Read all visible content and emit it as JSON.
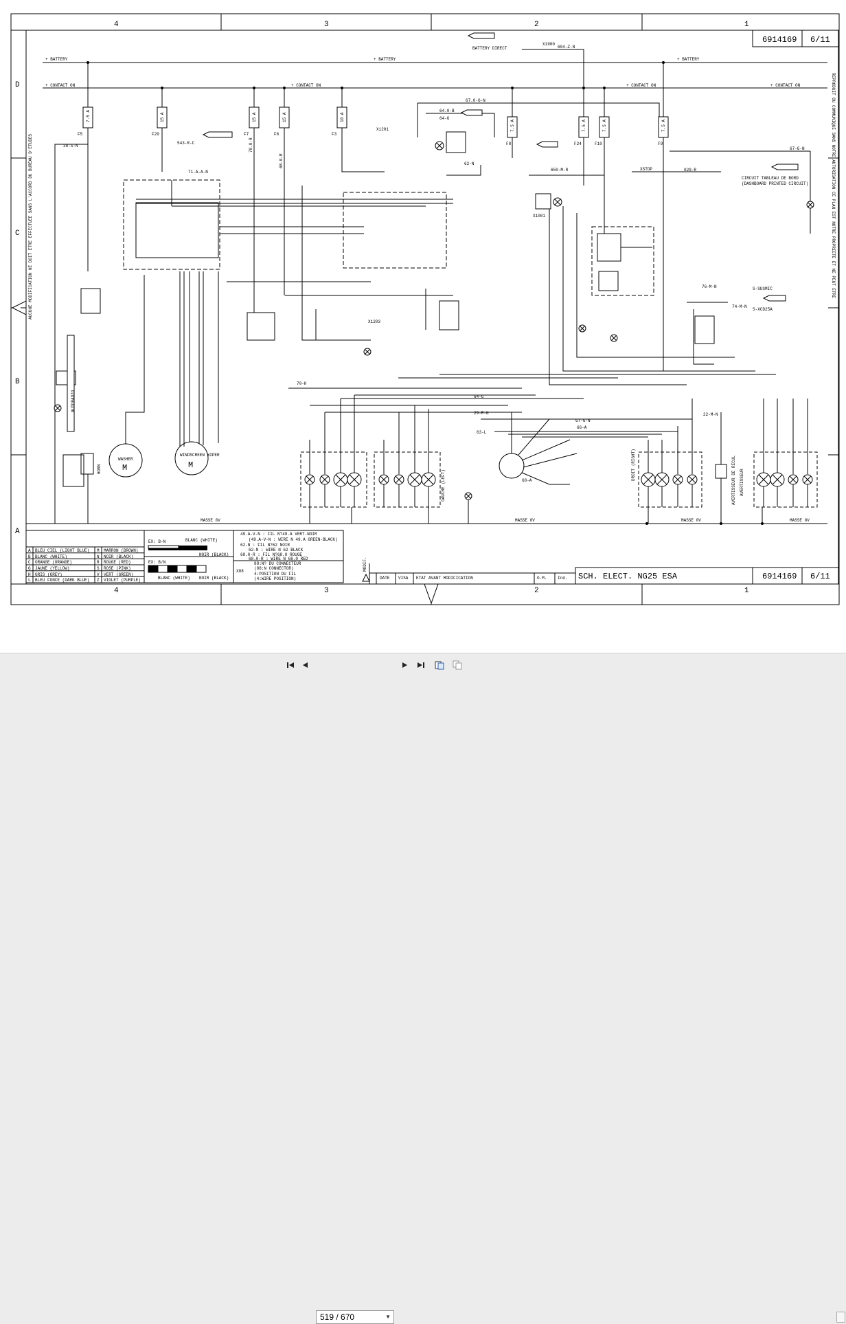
{
  "drawing": {
    "doc_number": "6914169",
    "sheet": "6/11",
    "title": "SCH. ELECT. NG25 ESA",
    "column_labels": [
      "4",
      "3",
      "2",
      "1"
    ],
    "row_labels": [
      "D",
      "C",
      "B",
      "A"
    ],
    "battery_label": "+ BATTERY",
    "contact_label": "+ CONTACT ON",
    "masse_label": "MASSE 0V",
    "battery_direct": "BATTERY DIRECT",
    "left_margin_text": "AUCUNE MODIFICATION NE DOIT ETRE EFFECTUEE SANS L'ACCORD DU BUREAU D'ETUDES",
    "right_margin_text": "REPRODUIT OU COMMUNIQUE SANS NOTRE AUTORISATION CE PLAN EST NOTRE PROPRIETE ET NE PEUT ETRE",
    "fuses": [
      {
        "ref": "F5",
        "rating": "7.5 A"
      },
      {
        "ref": "F29",
        "rating": "15 A"
      },
      {
        "ref": "F7",
        "rating": "15 A"
      },
      {
        "ref": "F6",
        "rating": "15 A"
      },
      {
        "ref": "F3",
        "rating": "10 A"
      },
      {
        "ref": "F8",
        "rating": "7.5 A"
      },
      {
        "ref": "F24",
        "rating": "7.5 A"
      },
      {
        "ref": "F10",
        "rating": "7.5 A"
      },
      {
        "ref": "F9",
        "rating": "7.5 A"
      }
    ],
    "wire_labels": [
      "38-S-N",
      "543-R-C",
      "71.A-A-N",
      "70.0-R",
      "68.0-R",
      "67.0-G-N",
      "64.0-B",
      "64-G",
      "62-N",
      "650-M-R",
      "029-R",
      "67-G-N",
      "76-M-N",
      "74-M-N",
      "70-H",
      "64-G",
      "29-R-N",
      "67-G-N",
      "66-A",
      "68-A",
      "63-L",
      "22-M-N",
      "X1201",
      "X1203",
      "X1001",
      "XSTOP",
      "X1900",
      "604-Z-N"
    ],
    "side_labels": [
      "CIRCUIT TABLEAU DE BORD",
      "(DASHBOARD PRINTED CIRCUIT)",
      "S-SUSMIC",
      "S-XCD25A"
    ],
    "component_labels": [
      "WINDSCREEN WIPER",
      "WASHER",
      "HORN",
      "AUTORADIO",
      "GAUCHE (LEFT)",
      "DROIT (RIGHT)",
      "AVERTISSEUR DE RECUL",
      "AVERTISSEUR"
    ],
    "legend": {
      "colors": [
        {
          "code": "A",
          "name": "BLEU CIEL (LIGHT BLUE)"
        },
        {
          "code": "B",
          "name": "BLANC (WHITE)"
        },
        {
          "code": "C",
          "name": "ORANGE (ORANGE)"
        },
        {
          "code": "G",
          "name": "JAUNE (YELLOW)"
        },
        {
          "code": "H",
          "name": "GRIS (GREY)"
        },
        {
          "code": "L",
          "name": "BLEU FONCE (DARK BLUE)"
        },
        {
          "code": "M",
          "name": "MARRON (BROWN)"
        },
        {
          "code": "N",
          "name": "NOIR (BLACK)"
        },
        {
          "code": "R",
          "name": "ROUGE (RED)"
        },
        {
          "code": "S",
          "name": "ROSE (PINK)"
        },
        {
          "code": "V",
          "name": "VERT (GREEN)"
        },
        {
          "code": "Z",
          "name": "VIOLET (PURPLE)"
        }
      ],
      "example1_code": "EX: B-N",
      "example1_white": "BLANC (WHITE)",
      "example1_black": "NOIR (BLACK)",
      "example2_code": "EX: B/N",
      "example2_white": "BLANC (WHITE)",
      "example2_black": "NOIR (BLACK)",
      "wire_lines": [
        "49.A-V-N : FIL N?49.A VERT-NOIR",
        "(49.A-V-N : WIRE N   49.A GREEN-BLACK)",
        "62-N : FIL N?62 NOIR",
        "62-N : WIRE N   62 BLACK",
        "68.0-R : FIL N?68.0 ROUGE",
        "68.0-R : WIRE N   68.0 RED"
      ],
      "connector_lines": [
        "88:N? DU CONNECTEUR",
        "(88:N   CONNECTOR)",
        "4:POSITION DU FIL",
        "(4:WIRE POSITION)"
      ],
      "connector_tag": "X88"
    },
    "revision": {
      "modif": "MODIF.",
      "date": "DATE",
      "visa": "VISA",
      "etat": "ETAT AVANT MODIFICATION",
      "om": "O.M.",
      "ind": "Ind."
    }
  },
  "toolbar": {
    "page_value": "519 / 670",
    "icons": [
      "first-page-icon",
      "previous-page-icon",
      "next-page-icon",
      "last-page-icon",
      "rotate-icon",
      "copy-icon"
    ]
  }
}
